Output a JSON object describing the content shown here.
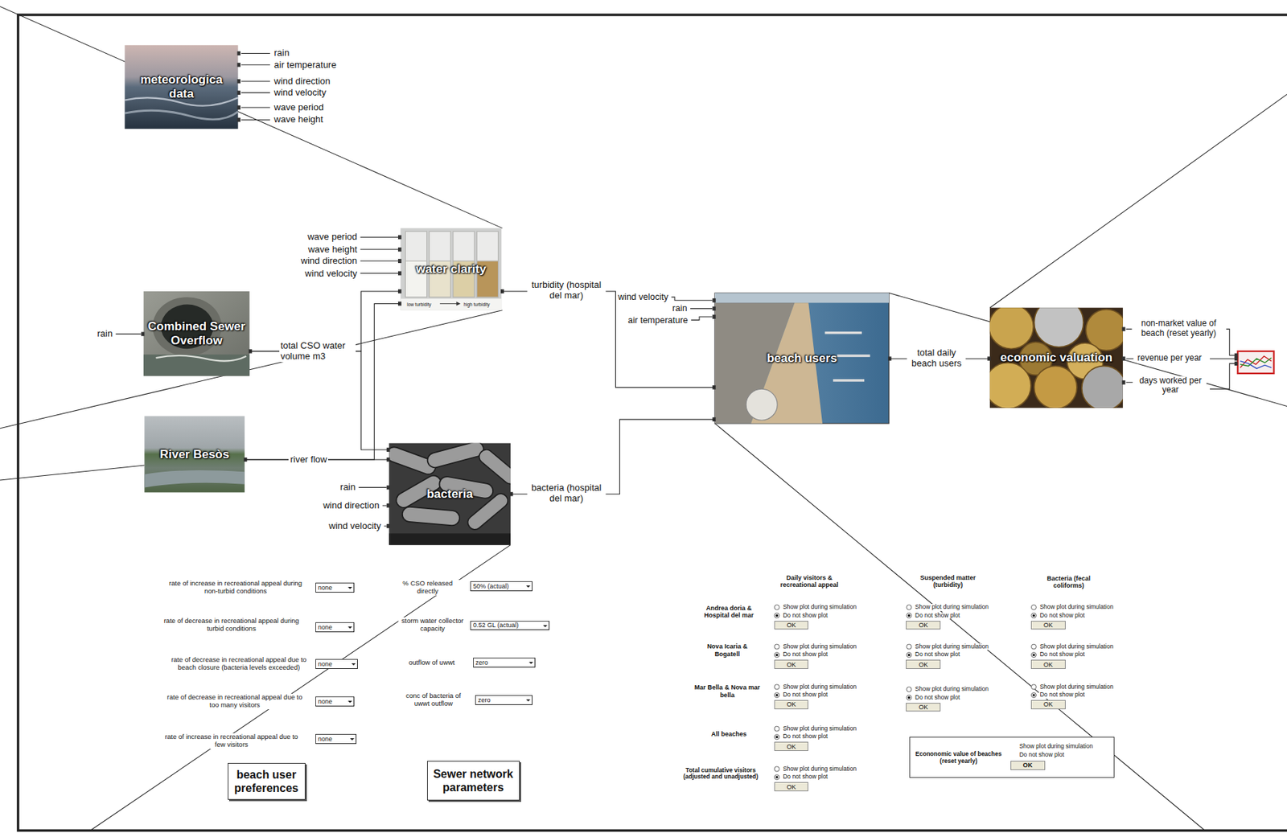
{
  "diagram": {
    "nodes": [
      {
        "text": [
          "meteorologica data"
        ]
      },
      {
        "text": [
          "water clarity"
        ]
      },
      {
        "text": [
          "Combined Sewer Overflow"
        ]
      },
      {
        "text": [
          "River Besòs"
        ]
      },
      {
        "text": [
          "bacteria"
        ]
      },
      {
        "text": [
          "beach users"
        ]
      },
      {
        "text": [
          "economic valuation"
        ]
      },
      {
        "text": [
          "none"
        ]
      },
      {
        "text": [
          "none"
        ]
      },
      {
        "text": [
          "none"
        ]
      },
      {
        "text": [
          "none"
        ]
      },
      {
        "text": [
          "none"
        ]
      },
      {
        "text": [
          "50% (actual)"
        ]
      },
      {
        "text": [
          "0.52 GL (actual)"
        ]
      },
      {
        "text": [
          "zero"
        ]
      },
      {
        "text": [
          "zero"
        ]
      },
      {
        "text": [
          "beach user preferences"
        ]
      },
      {
        "text": [
          "Sewer network parameters"
        ]
      },
      {
        "text": [
          "OK"
        ]
      },
      {
        "text": [
          "OK"
        ]
      },
      {
        "text": [
          "OK"
        ]
      },
      {
        "text": [
          "OK"
        ]
      },
      {
        "text": [
          "OK"
        ]
      },
      {
        "text": [
          "OK"
        ]
      },
      {
        "text": [
          "OK"
        ]
      },
      {
        "text": [
          "OK"
        ]
      },
      {
        "text": [
          "OK"
        ]
      },
      {
        "text": [
          "OK"
        ]
      },
      {
        "text": [
          "OK"
        ]
      },
      {
        "text": [
          "Econonomic value of beaches (reset yearly)"
        ]
      },
      {
        "text": [
          "OK"
        ],
        "in": 29
      }
    ],
    "edges": [
      {
        "from": 2,
        "to": 1,
        "label": "total CSO water volume m3",
        "arrow": "none"
      },
      {
        "from": 2,
        "to": 4,
        "arrow": "none"
      },
      {
        "from": 3,
        "to": 4,
        "label": "river flow",
        "arrow": "none"
      },
      {
        "from": 3,
        "to": 1,
        "arrow": "none"
      },
      {
        "from": 1,
        "to": 5,
        "label": "turbidity (hospital del mar)",
        "arrow": "none"
      },
      {
        "from": 4,
        "to": 5,
        "label": "bacteria (hospital del mar)",
        "arrow": "none"
      },
      {
        "from": 5,
        "to": 6,
        "label": "total daily beach users",
        "arrow": "none"
      }
    ],
    "labels": [
      "rain",
      "air temperature",
      "wind direction",
      "wind velocity",
      "wave period",
      "wave height",
      "wave period",
      "wave height",
      "wind direction",
      "wind velocity",
      "rain",
      "rain",
      "wind direction",
      "wind velocity",
      "wind velocity",
      "rain",
      "air temperature",
      "non-market value of beach (reset yearly)",
      "revenue per year",
      "days worked per year",
      "low turbidity",
      "high turbidity",
      "rate of increase in recreational appeal during non-turbid conditions",
      "rate of decrease in recreational appeal during turbid conditions",
      "rate of decrease in recreational appeal due to beach closure (bacteria levels exceeded)",
      "rate of decrease in recreational appeal due to too many visitors",
      "rate of increase in recreational appeal due to few visitors",
      "% CSO released directly",
      "storm water collector capacity",
      "outflow of uwwt",
      "conc of bacteria of uwwt outflow",
      "Daily visitors & recreational appeal",
      "Suspended matter (turbidity)",
      "Bacteria (fecal coliforms)",
      "Andrea doria & Hospital del mar",
      "Nova Icaria & Bogatell",
      "Mar Bella & Nova mar bella",
      "All beaches",
      "Total cumulative visitors (adjusted and unadjusted)",
      "Show plot during simulation",
      "Do not show plot",
      "Show plot during simulation",
      "Do not show plot",
      "Show plot during simulation",
      "Do not show plot",
      "Show plot during simulation",
      "Do not show plot",
      "Show plot during simulation",
      "Do not show plot",
      "Show plot during simulation",
      "Do not show plot",
      "Show plot during simulation",
      "Do not show plot",
      "Show plot during simulation",
      "Do not show plot",
      "Show plot during simulation",
      "Do not show plot",
      "Show plot during simulation",
      "Do not show plot",
      "Show plot during simulation",
      "Do not show plot",
      "Show plot during simulation",
      "Do not show plot"
    ]
  }
}
